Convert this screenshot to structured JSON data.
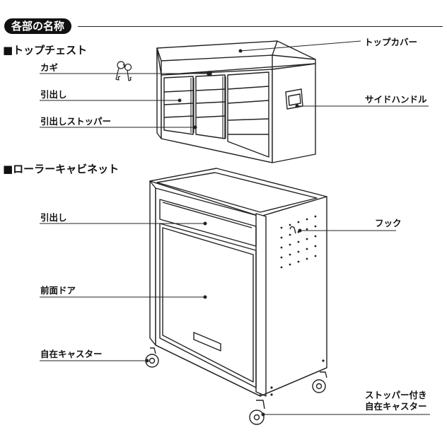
{
  "header": {
    "title": "各部の名称"
  },
  "sections": {
    "top_chest": "■トップチェスト",
    "roller_cabinet": "■ローラーキャビネット"
  },
  "labels": {
    "top_cover": "トップカバー",
    "key": "カギ",
    "chest_drawer": "引出し",
    "drawer_stopper": "引出しストッパー",
    "side_handle": "サイドハンドル",
    "cabinet_drawer": "引出し",
    "hook": "フック",
    "front_door": "前面ドア",
    "caster": "自在キャスター",
    "stopper_caster_line1": "ストッパー付き",
    "stopper_caster_line2": "自在キャスター"
  },
  "colors": {
    "ink": "#111111",
    "line": "#222222",
    "background": "#ffffff"
  }
}
